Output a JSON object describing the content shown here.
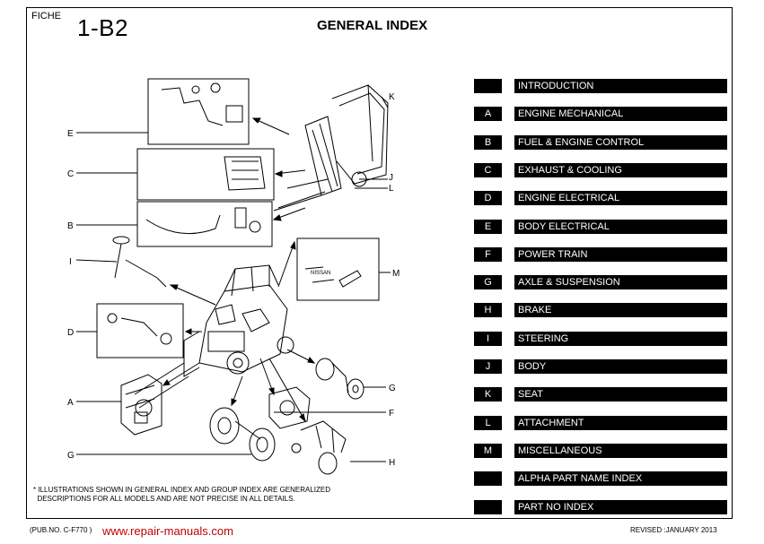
{
  "header": {
    "fiche_label": "FICHE",
    "fiche_code": "1-B2",
    "title": "GENERAL INDEX"
  },
  "index": [
    {
      "code": "",
      "label": "INTRODUCTION"
    },
    {
      "code": "A",
      "label": "ENGINE MECHANICAL"
    },
    {
      "code": "B",
      "label": "FUEL & ENGINE CONTROL"
    },
    {
      "code": "C",
      "label": "EXHAUST & COOLING"
    },
    {
      "code": "D",
      "label": "ENGINE ELECTRICAL"
    },
    {
      "code": "E",
      "label": "BODY ELECTRICAL"
    },
    {
      "code": "F",
      "label": "POWER TRAIN"
    },
    {
      "code": "G",
      "label": "AXLE & SUSPENSION"
    },
    {
      "code": "H",
      "label": "BRAKE"
    },
    {
      "code": "I",
      "label": "STEERING"
    },
    {
      "code": "J",
      "label": "BODY"
    },
    {
      "code": "K",
      "label": "SEAT"
    },
    {
      "code": "L",
      "label": "ATTACHMENT"
    },
    {
      "code": "M",
      "label": "MISCELLANEOUS"
    },
    {
      "code": "",
      "label": "ALPHA PART NAME INDEX"
    },
    {
      "code": "",
      "label": "PART NO INDEX"
    }
  ],
  "illustration": {
    "callouts": [
      "K",
      "E",
      "C",
      "J",
      "L",
      "B",
      "I",
      "M",
      "D",
      "A",
      "G",
      "F",
      "G",
      "H"
    ],
    "plate_text": "NISSAN"
  },
  "footer": {
    "note": "* ILLUSTRATIONS SHOWN IN GENERAL INDEX AND GROUP INDEX ARE GENERALIZED\n  DESCRIPTIONS FOR ALL MODELS AND ARE NOT PRECISE IN ALL DETAILS.",
    "pub_no": "(PUB.NO. C-F770 )",
    "url": "www.repair-manuals.com",
    "revised": "REVISED :JANUARY 2013"
  }
}
